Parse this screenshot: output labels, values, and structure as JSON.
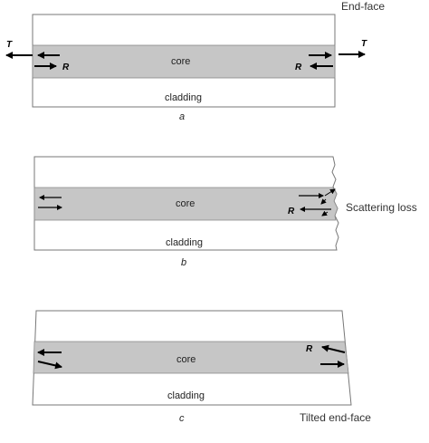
{
  "panel_a": {
    "end_face_label": "End-face",
    "core_label": "core",
    "cladding_label": "cladding",
    "caption": "a",
    "t_left": "T",
    "t_right": "T",
    "r_left": "R",
    "r_right": "R"
  },
  "panel_b": {
    "core_label": "core",
    "cladding_label": "cladding",
    "caption": "b",
    "r_label": "R",
    "scatter_label": "Scattering loss"
  },
  "panel_c": {
    "core_label": "core",
    "cladding_label": "cladding",
    "caption": "c",
    "r_label": "R",
    "tilted_label": "Tilted end-face"
  },
  "colors": {
    "core_fill": "#c6c6c6",
    "cladding_fill": "#ffffff",
    "outline": "#777777",
    "arrow": "#000000"
  }
}
